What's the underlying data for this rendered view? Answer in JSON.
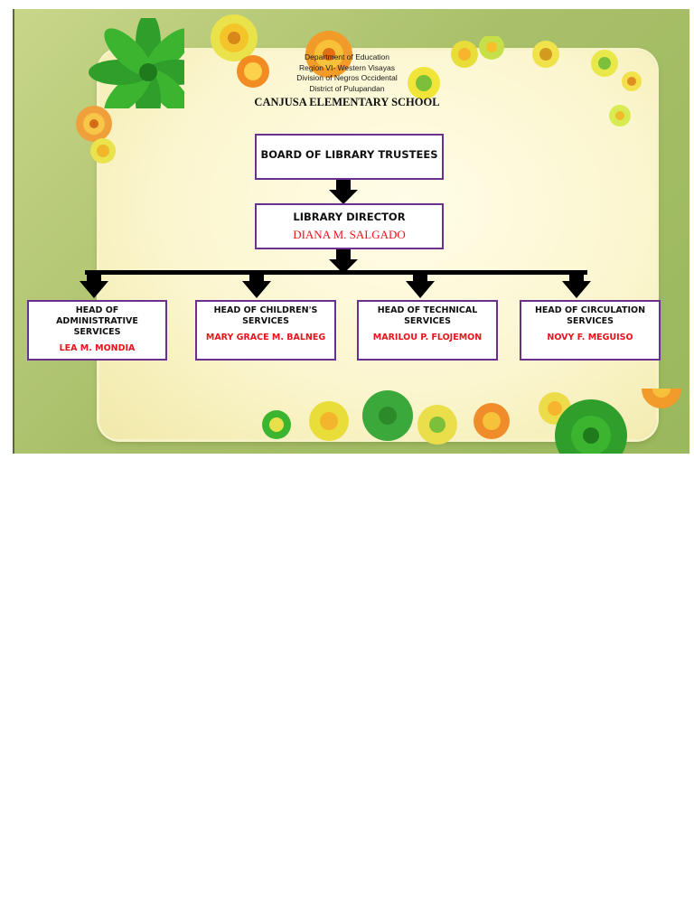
{
  "header": {
    "line1": "Department of Education",
    "line2": "Region VI- Western Visayas",
    "line3": "Division of Negros Occidental",
    "line4": "District of Pulupandan",
    "school": "CANJUSA  ELEMENTARY SCHOOL"
  },
  "board": {
    "title": "BOARD OF LIBRARY TRUSTEES"
  },
  "director": {
    "title": "LIBRARY DIRECTOR",
    "name": "DIANA M. SALGADO"
  },
  "heads": [
    {
      "title": "HEAD OF ADMINISTRATIVE SERVICES",
      "name": "LEA M. MONDIA"
    },
    {
      "title": "HEAD OF CHILDREN'S SERVICES",
      "name": "MARY GRACE M. BALNEG"
    },
    {
      "title": "HEAD OF TECHNICAL SERVICES",
      "name": "MARILOU P. FLOJEMON"
    },
    {
      "title": "HEAD OF CIRCULATION SERVICES",
      "name": "NOVY F. MEGUISO"
    }
  ],
  "colors": {
    "box_border": "#6b2f8f",
    "name_red": "#e8141b",
    "background_green": "#a9c06a",
    "paper_cream": "#fbf6cf"
  }
}
